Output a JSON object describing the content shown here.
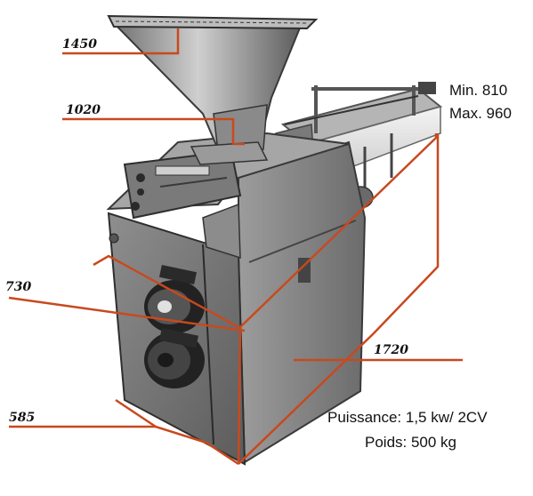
{
  "dimensions": {
    "hopper_width": "1450",
    "inlet_height": "1020",
    "body_width": "730",
    "base_depth": "585",
    "total_length": "1720"
  },
  "height_range": {
    "min": "Min. 810",
    "max": "Max. 960"
  },
  "specs": {
    "power": "Puissance: 1,5 kw/ 2CV",
    "weight": "Poids: 500 kg"
  },
  "colors": {
    "dimension_line": "#c8491f",
    "machine_metal": "#8a8a8a",
    "machine_dark": "#3a3a3a"
  }
}
